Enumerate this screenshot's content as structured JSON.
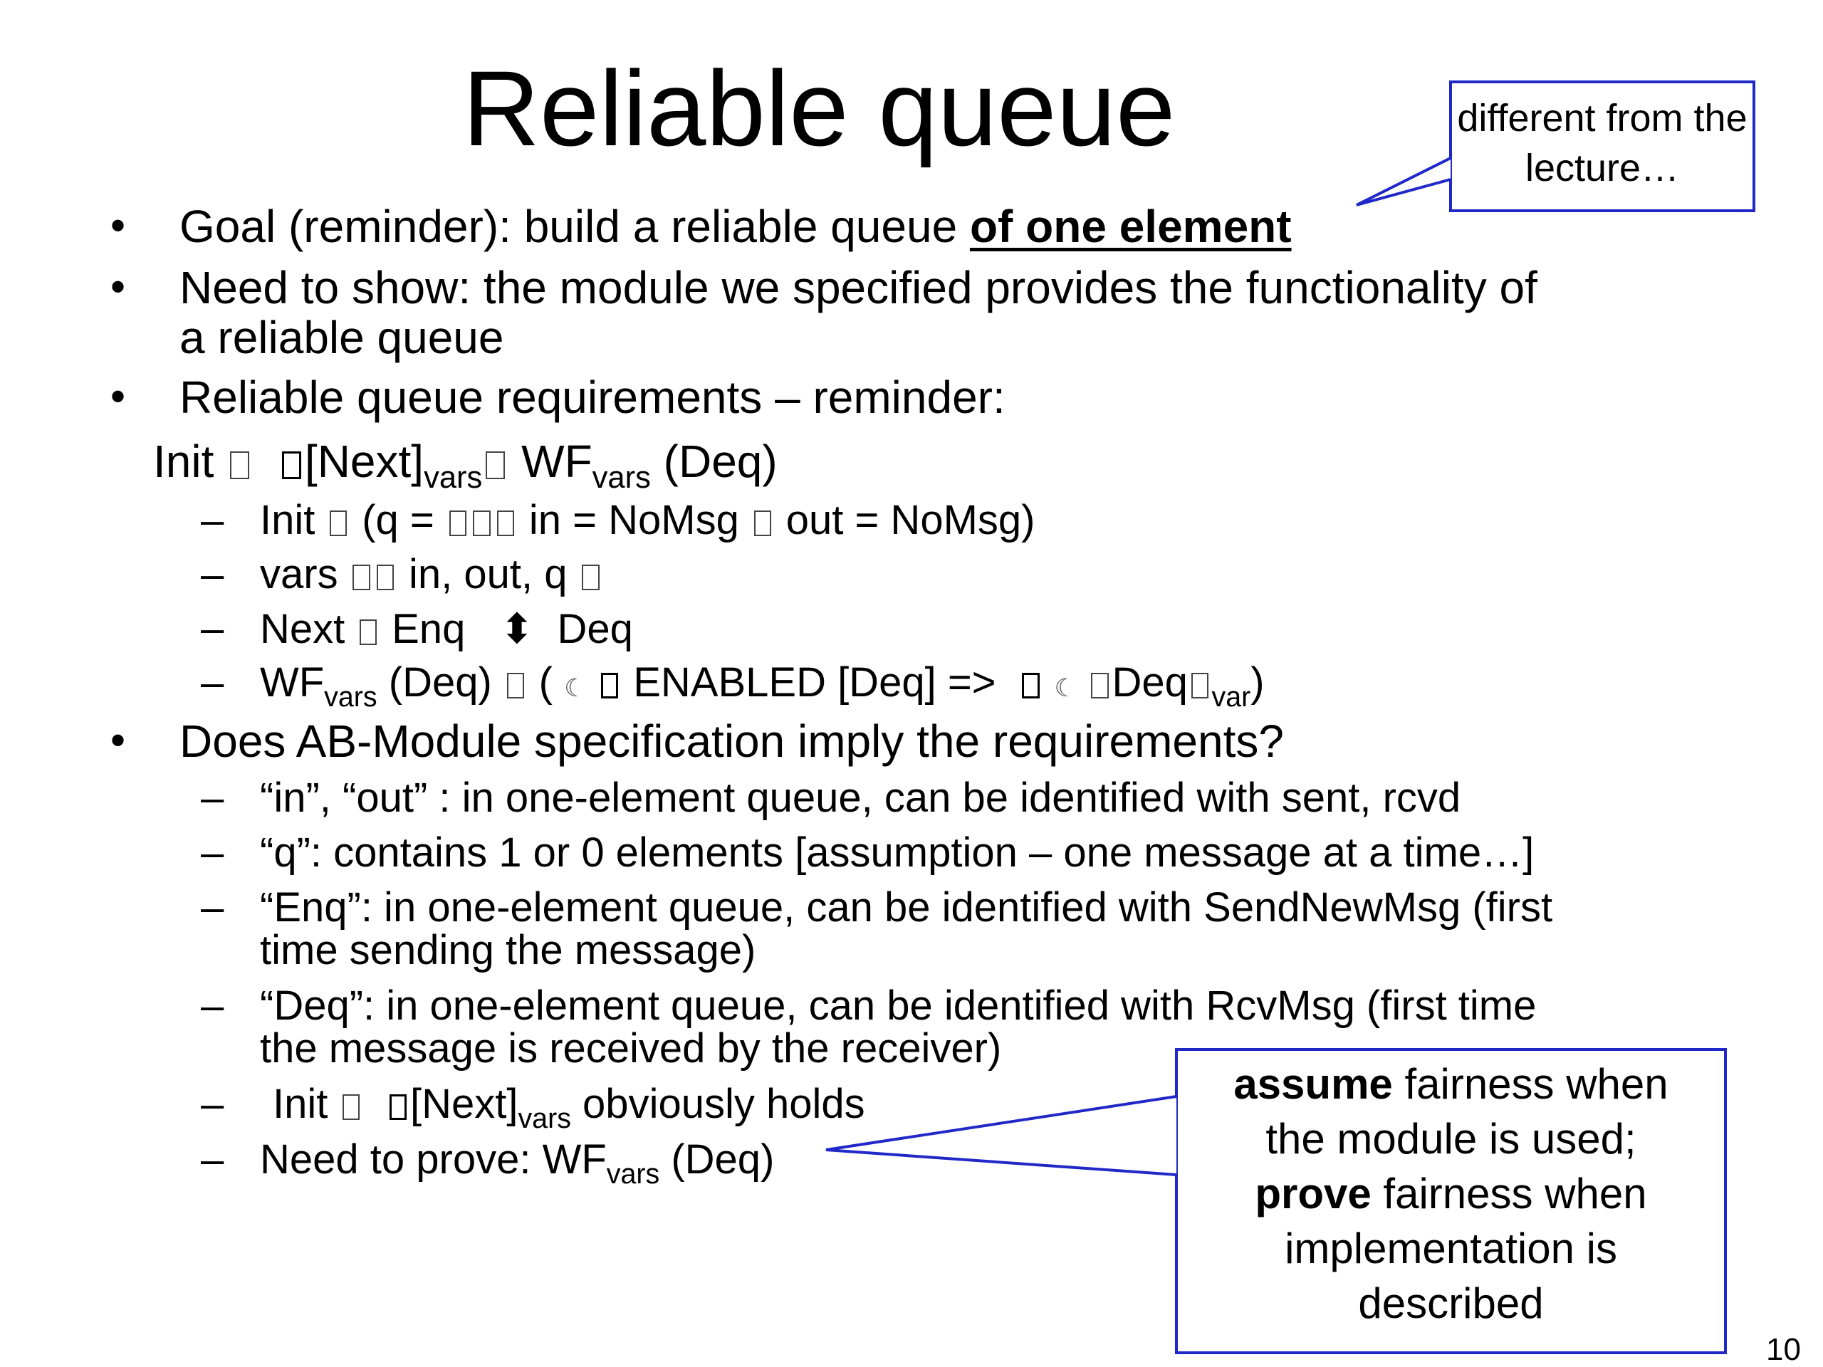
{
  "slide": {
    "title": "Reliable queue",
    "page_number": "10",
    "callouts": {
      "top": "different from the lecture…",
      "bottom": {
        "line1_bold": "assume",
        "line1_rest": " fairness when",
        "line2": "the module is used;",
        "line3_bold": "prove",
        "line3_rest": " fairness when",
        "line4": "implementation is",
        "line5": "described"
      }
    },
    "bullet_char": "•",
    "dash_char": "–",
    "bullets": {
      "b1_text": "Goal (reminder): build a reliable queue ",
      "b1_emph": "of one element",
      "b2_line1": "Need to show: the module we specified provides the functionality of",
      "b2_line2": "a reliable queue",
      "b3": "Reliable queue requirements – reminder:",
      "formula": {
        "init": "Init",
        "next": "[Next]",
        "vars_sub": "vars",
        "wf": "WF",
        "deq_paren": "(Deq)"
      },
      "sub1": {
        "init_def_a": "Init",
        "init_def_b": "(q =",
        "init_def_c": "in = NoMsg",
        "init_def_d": "out = NoMsg)",
        "vars_def_a": "vars",
        "vars_def_b": "in, out, q",
        "next_def_a": "Next",
        "next_def_b": "Enq",
        "next_def_c": "Deq",
        "updown": "⬍",
        "wf_a": "WF",
        "wf_sub": "vars",
        "wf_b": "(Deq)",
        "wf_c": "(",
        "moon": "☾",
        "wf_d": "ENABLED [Deq] =>",
        "wf_e": "Deq",
        "wf_sub2": "var",
        "wf_f": ")"
      },
      "b4": "Does AB-Module specification imply the requirements?",
      "sub2": {
        "s1": "“in”, “out” : in one-element queue, can be identified with sent, rcvd",
        "s2": "“q”: contains 1 or 0 elements [assumption – one message at a time…]",
        "s3_line1": "“Enq”: in one-element queue, can be identified with SendNewMsg (first",
        "s3_line2": "time sending the message)",
        "s4_line1": "“Deq”: in one-element queue, can be identified with RcvMsg (first time",
        "s4_line2": "the message is received by the receiver)",
        "s5_a": "Init",
        "s5_b": "[Next]",
        "s5_sub": "vars",
        "s5_c": " obviously holds",
        "s6_a": "Need to prove: WF",
        "s6_sub": "vars",
        "s6_b": " (Deq)"
      }
    },
    "colors": {
      "callout_border": "#2028c8",
      "text": "#000000"
    }
  }
}
